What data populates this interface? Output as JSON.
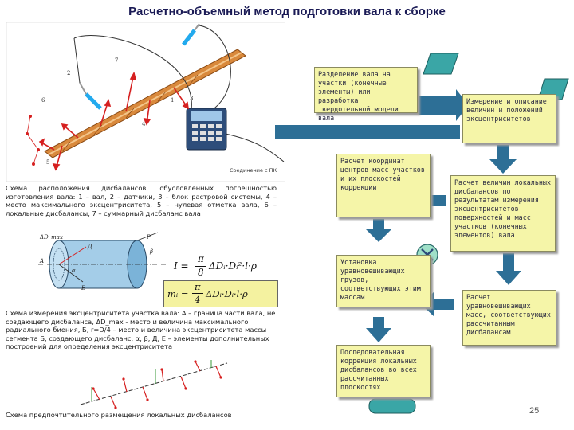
{
  "title": "Расчетно-объемный метод подготовки вала к сборке",
  "captions": {
    "shaft_scheme": "Схема расположения дисбалансов, обусловленных погрешностью изготовления вала: 1 – вал, 2 – датчики, 3 – блок растровой системы, 4 – место максимального эксцентриситета, 5 – нулевая отметка вала, 6 – локальные дисбалансы, 7 – суммарный дисбаланс вала",
    "eccentricity_scheme": "Схема измерения эксцентриситета участка вала: А – граница части вала, не создающего дисбаланса, ΔD_max - место и величина максимального радиального биения, Б, r=D/4 – место и величина эксцентриситета массы сегмента Б, создающего дисбаланс, α, β, Д, Е – элементы дополнительных построений для определения эксцентриситета",
    "placement_scheme": "Схема предпочтительного размещения локальных дисбалансов"
  },
  "figure_labels": {
    "pc_connection": "Соединение с ПК",
    "shaft_numbers": [
      "1",
      "2",
      "3",
      "4",
      "5",
      "6",
      "7"
    ],
    "cyl_labels": [
      "ΔD_max",
      "A",
      "P",
      "β",
      "Д",
      "α",
      "E"
    ]
  },
  "formulas": {
    "inertia": "I = (π/8)·ΔD_i·D_i²·l·ρ",
    "mass": "m_i = (π/4)·ΔD_i·D_i·l·ρ",
    "inertia_lhs": "I =",
    "inertia_num": "π",
    "inertia_den": "8",
    "inertia_rhs": "ΔDᵢ·Dᵢ²·l·ρ",
    "mass_lhs": "mᵢ =",
    "mass_num": "π",
    "mass_den": "4",
    "mass_rhs": "ΔDᵢ·Dᵢ·l·ρ"
  },
  "flow_boxes": {
    "split": "Разделение вала на участки (конечные элементы) или разработка твердотельной модели вала",
    "measure": "Измерение и описание величин и положений эксцентриситетов",
    "coords": "Расчет координат центров масс участков и их плоскостей коррекции",
    "local_unb": "Расчет величин локальных дисбалансов по результатам измерения эксцентриситетов поверхностей и масс участков (конечных элементов) вала",
    "install": "Установка уравновешивающих грузов, соответствующих этим массам",
    "counter_mass": "Расчет уравновешивающих масс, соответствующих рассчитанным дисбалансам",
    "sequential": "Последовательная коррекция локальных дисбалансов во всех рассчитанных плоскостях"
  },
  "page_number": "25",
  "colors": {
    "title": "#1a1a55",
    "box_fill": "#f5f5a8",
    "arrow_fill": "#2d6f96",
    "start_fill": "#3aa6a6",
    "formula_bg": "#f4f2a0",
    "shaft": "#c9772e",
    "unbalance_arrow": "#d62020"
  }
}
